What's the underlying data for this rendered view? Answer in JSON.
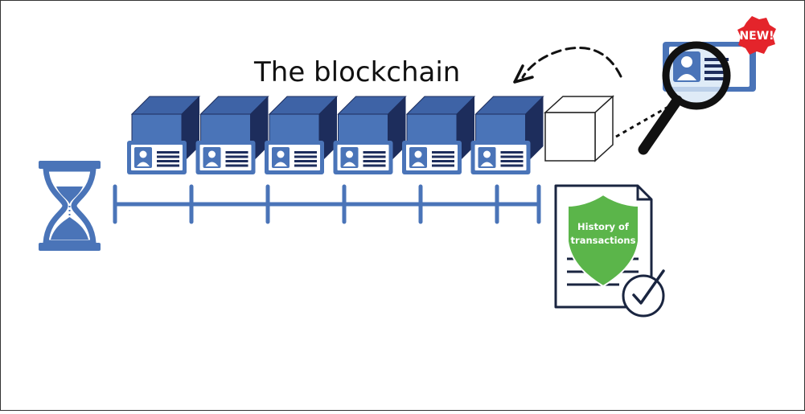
{
  "title": "The blockchain",
  "badge": "NEW!",
  "shield": {
    "line1": "History of",
    "line2": "transactions"
  },
  "block_count": 6,
  "colors": {
    "block_front": "#4a74b8",
    "block_top": "#3e63a6",
    "block_side": "#1d2d5c",
    "card_frame": "#4a74b8",
    "timeline": "#4a74b8",
    "hourglass": "#4a74b8",
    "sand": "#4a74b8",
    "shield": "#5bb54a",
    "badge": "#e4242b",
    "document_stroke": "#1a2540",
    "loupe_frame": "#111111",
    "loupe_lens": "#d7e6f5"
  },
  "icons": [
    "hourglass-icon",
    "id-card-icon",
    "magnifier-icon",
    "document-icon",
    "shield-icon",
    "checkmark-icon",
    "curved-arrow-icon"
  ]
}
